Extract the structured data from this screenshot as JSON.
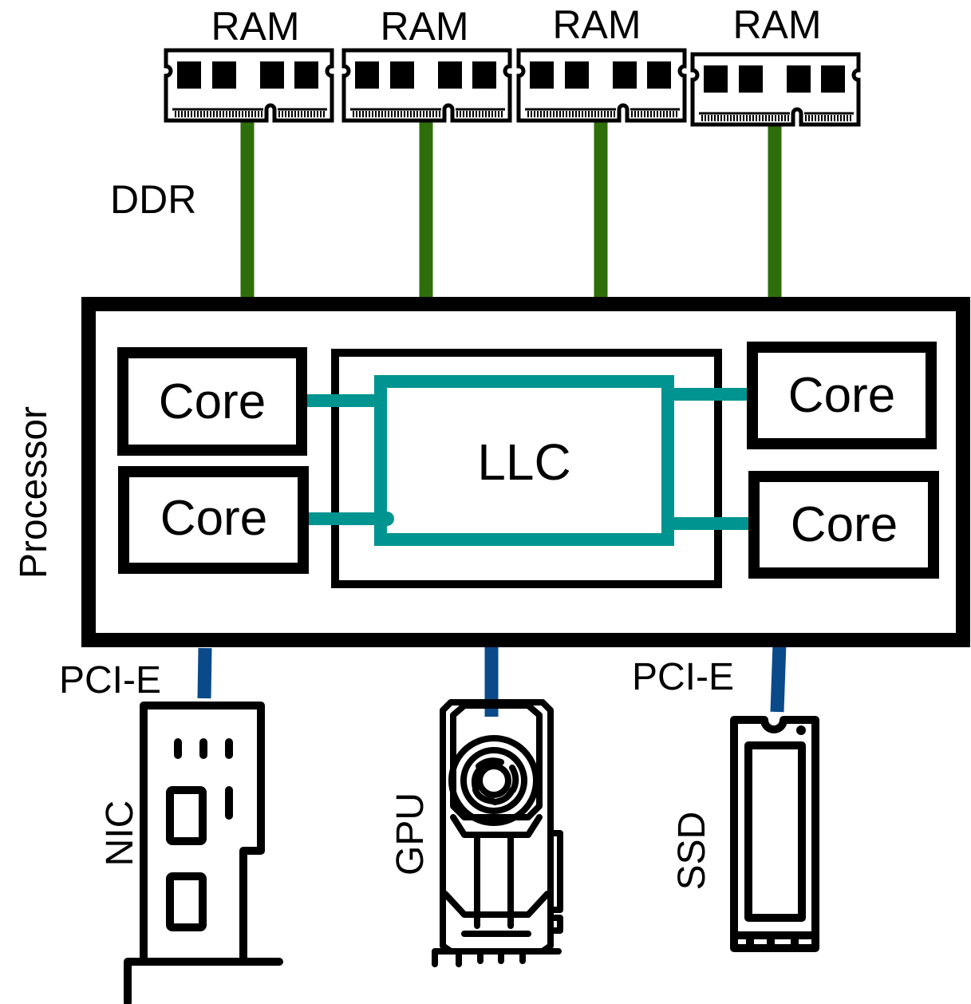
{
  "labels": {
    "ram": [
      "RAM",
      "RAM",
      "RAM",
      "RAM"
    ],
    "ddr": "DDR",
    "processor": "Processor",
    "cores": [
      "Core",
      "Core",
      "Core",
      "Core"
    ],
    "llc": "LLC",
    "pcie_left": "PCI-E",
    "pcie_right": "PCI-E",
    "nic": "NIC",
    "gpu": "GPU",
    "ssd": "SSD"
  },
  "colors": {
    "ddr_bus": "#2e6e0a",
    "pcie_bus": "#0a4a8a",
    "interconnect": "#009490",
    "outline": "#000000"
  },
  "icons": [
    "ram-module-icon",
    "nic-card-icon",
    "gpu-card-icon",
    "ssd-m2-icon"
  ]
}
